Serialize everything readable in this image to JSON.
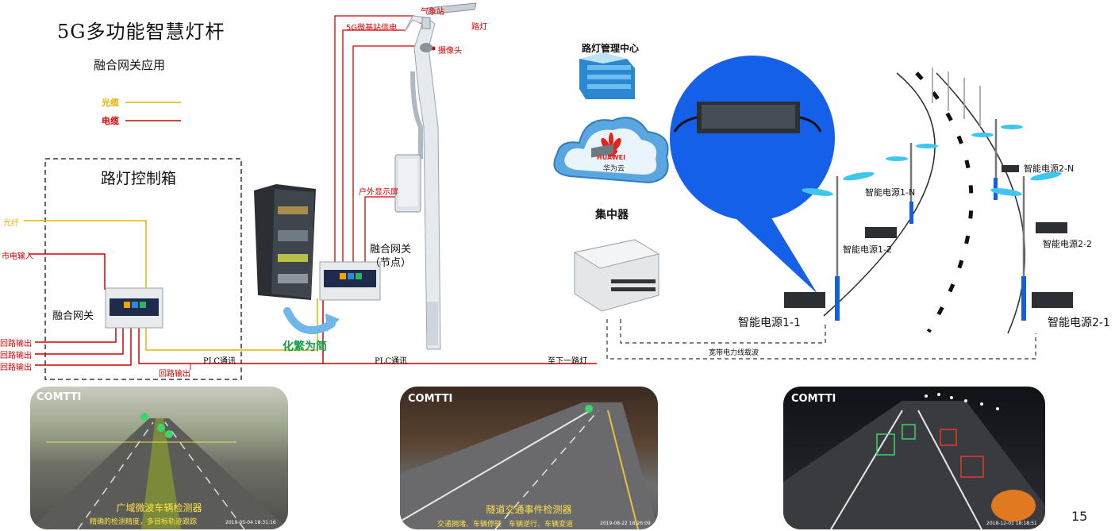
{
  "title": "5G多功能智慧灯杆",
  "subtitle": "融合网关应用",
  "legend": {
    "fiber": "光缆",
    "cable": "电缆"
  },
  "control_box": {
    "title": "路灯控制箱",
    "fiber_in": "光纤",
    "mains_in": "市电输入",
    "gateway": "融合网关",
    "loop_out_1": "回路输出",
    "loop_out_2": "回路输出",
    "loop_out_3": "回路输出",
    "loop_out_bottom": "回路输出"
  },
  "links": {
    "plc_1": "PLC通讯",
    "plc_2": "PLC通讯",
    "next_lamp": "至下一路灯"
  },
  "simplify": "化繁为简",
  "node_gateway": {
    "line1": "融合网关",
    "line2": "（节点）"
  },
  "pole_labels": {
    "weather": "气象站",
    "street_light": "路灯",
    "base_station": "5G微基站供电",
    "camera": "摄像头",
    "display": "户外显示屏"
  },
  "right": {
    "center": "路灯管理中心",
    "cloud_brand": "HUAWEI",
    "cloud_name": "华为云",
    "concentrator": "集中器",
    "carrier": "宽带电力线载波",
    "psu_1_1": "智能电源1-1",
    "psu_1_2": "智能电源1-2",
    "psu_1_n": "智能电源1-N",
    "psu_2_1": "智能电源2-1",
    "psu_2_2": "智能电源2-2",
    "psu_2_n": "智能电源2-N"
  },
  "photos": [
    {
      "logo": "COMTTI",
      "caption": "广域微波车辆检测器",
      "sub": "精确的检测精度，多目标轨迹跟踪",
      "timestamp": "2019-05-04 18:31:16"
    },
    {
      "logo": "COMTTI",
      "caption": "隧道交通事件检测器",
      "sub": "交通拥堵、车辆停驶　车辆逆行、车辆变道",
      "timestamp": "2019-08-22 18:26:09"
    },
    {
      "logo": "COMTTI",
      "timestamp": "2018-12-01 18:18:51"
    }
  ],
  "page_number": "15"
}
